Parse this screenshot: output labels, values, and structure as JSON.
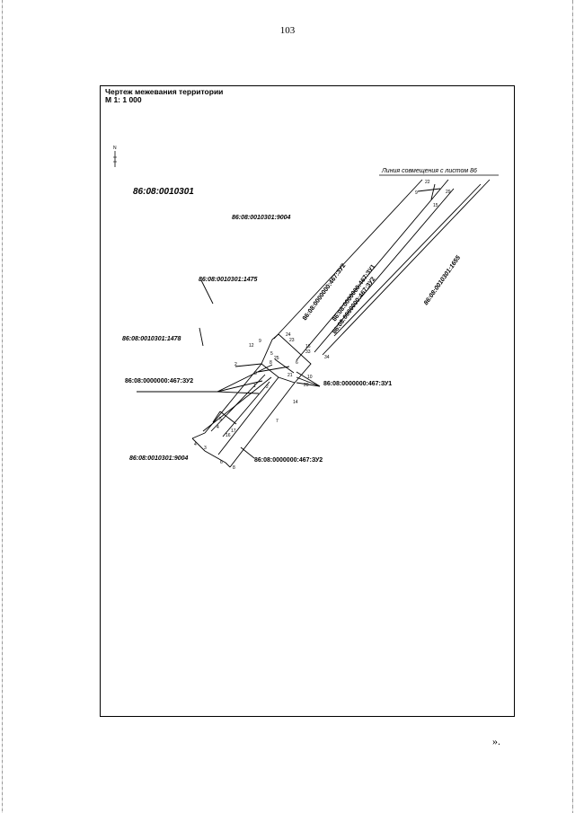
{
  "page_number": "103",
  "closing_mark": "».",
  "drawing": {
    "title_line1": "Чертеж межевания территории",
    "title_line2": "М 1: 1 000",
    "north_symbol": "N",
    "overlap_line_label": "Линия совмещения с листом 86",
    "quarter_label": "86:08:0010301",
    "parcels": {
      "p9004_top": "86:08:0010301:9004",
      "p1475": "86:08:0010301:1475",
      "p1478": "86:08:0010301:1478",
      "p1655": "86:08:0010301:1655",
      "p9004_bottom": "86:08:0010301:9004"
    },
    "zones": {
      "zu2_left": "86:08:0000000:467:ЗУ2",
      "zu1_right": "86:08:0000000:467:ЗУ1",
      "zu2_bottom": "86:08:0000000:467:ЗУ2",
      "zu2_strip_a": "86:08:0000000:467:ЗУ2",
      "zu1_strip": "86:08:0000000:467:ЗУ1",
      "zu2_strip_b": "86:08:0000000:467:ЗУ2"
    },
    "points": {
      "p1": "1",
      "p2": "2",
      "p2b": "2",
      "p3": "3",
      "p3b": "3",
      "p4": "4",
      "p5": "5",
      "p6": "6",
      "p6b": "6",
      "p7": "7",
      "p8": "8",
      "p9": "9",
      "p9b": "9",
      "p10": "10",
      "p12": "12",
      "p14": "14",
      "p15": "15",
      "p16": "16",
      "p16b": "16",
      "p17": "17",
      "p20": "20",
      "p21": "21",
      "p22": "22",
      "p23": "23",
      "p24": "24",
      "p25": "25",
      "p29": "29",
      "p33": "33",
      "p34": "34",
      "p35": "35"
    }
  }
}
